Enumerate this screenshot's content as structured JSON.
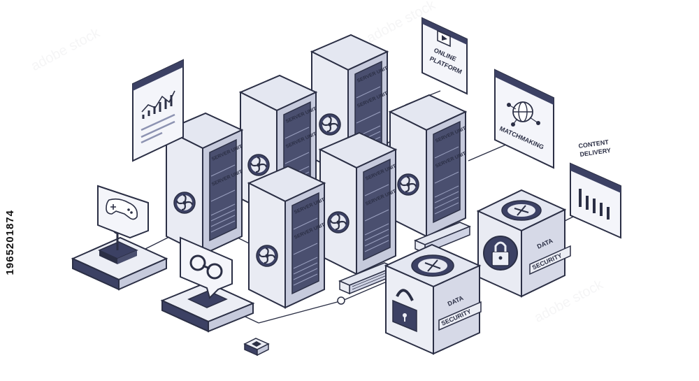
{
  "stock_id": "1965201874",
  "watermark": "adobe stock",
  "server_units": [
    {
      "name": "server-unit-back-center",
      "line1": "SERVER UNIT",
      "line2": "SERVER UNIT"
    },
    {
      "name": "server-unit-back-left",
      "line1": "SERVER UNIT",
      "line2": "SERVER UNIT"
    },
    {
      "name": "server-unit-right",
      "line1": "SERVER UNIT",
      "line2": "SERVER UNIT"
    },
    {
      "name": "server-unit-left",
      "line1": "SERVER UNIT",
      "line2": "SERVER UNIT"
    },
    {
      "name": "server-unit-middle",
      "line1": "SERVER UNIT",
      "line2": "SERVER UNIT"
    },
    {
      "name": "server-unit-front",
      "line1": "SERVER UNIT",
      "line2": "SERVER UNIT"
    }
  ],
  "cards": {
    "online_platform": [
      "ONLINE",
      "PLATFORM"
    ],
    "matchmaking": "MATCHMAKING",
    "content_delivery": [
      "CONTENT",
      "DELIVERY"
    ]
  },
  "security_boxes": {
    "front": [
      "DATA",
      "SECURITY"
    ],
    "back": [
      "DATA",
      "SECURITY"
    ]
  },
  "colors": {
    "outline": "#2b2f45",
    "navy": "#3c4164",
    "light": "#eceef5",
    "mid": "#cfd3e4",
    "panel": "#4a4f6f"
  },
  "icons": [
    "game-controller-icon",
    "joystick-icon",
    "infinity-link-icon",
    "play-icon",
    "globe-network-icon",
    "bar-chart-icon",
    "padlock-icon",
    "fan-icon"
  ]
}
